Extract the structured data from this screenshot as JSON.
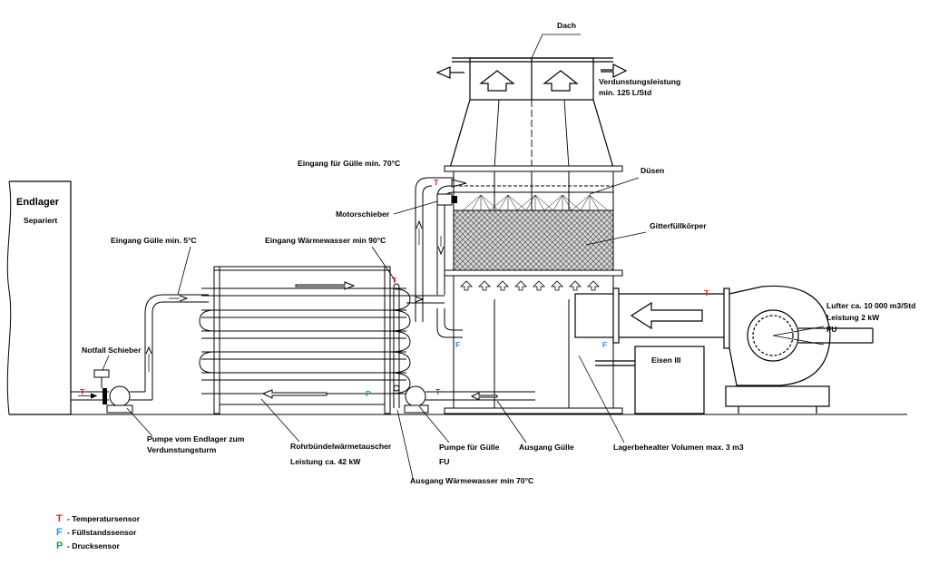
{
  "colors": {
    "line": "#000000",
    "sensor_t": "#e0201c",
    "sensor_f": "#1e90ff",
    "sensor_p": "#1aa34a",
    "fill": "#9a9a9a"
  },
  "labels": {
    "roof": "Dach",
    "evaporation_l1": "Verdunstungsleistung",
    "evaporation_l2": "min. 125 L/Std",
    "inlet_slurry_70": "Eingang für Gülle min. 70°C",
    "nozzles": "Düsen",
    "motor_valve": "Motorschieber",
    "grid_packing": "Gitterfüllkörper",
    "inlet_hot_water": "Eingang Wärmewasser min 90°C",
    "inlet_slurry_5": "Eingang Gülle min. 5°C",
    "final_storage": "Endlager",
    "separated": "Separiert",
    "emergency_valve": "Notfall Schieber",
    "fan_l1": "Lufter ca. 10 000 m3/Std",
    "fan_l2": "Leistung 2 kW",
    "fan_l3": "FU",
    "iron": "Eisen III",
    "pump_storage_l1": "Pumpe vom Endlager zum",
    "pump_storage_l2": "Verdunstungsturm",
    "heat_exchanger_l1": "Rohrbündelwärmetauscher",
    "heat_exchanger_l2": "Leistung ca. 42 kW",
    "pump_slurry_l1": "Pumpe für Gülle",
    "pump_slurry_l2": "FU",
    "outlet_slurry": "Ausgang Gülle",
    "storage_tank": "Lagerbehealter Volumen max. 3 m3",
    "outlet_hot_water": "Ausgang Wärmewasser min 70°C"
  },
  "sensors": {
    "t": "T",
    "f": "F",
    "p": "P"
  },
  "legend": [
    {
      "symbol": "T",
      "text": "- Temperatursensor",
      "color": "#e0201c"
    },
    {
      "symbol": "F",
      "text": "- Füllstandssensor",
      "color": "#1e90ff"
    },
    {
      "symbol": "P",
      "text": "- Drucksensor",
      "color": "#1aa34a"
    }
  ]
}
